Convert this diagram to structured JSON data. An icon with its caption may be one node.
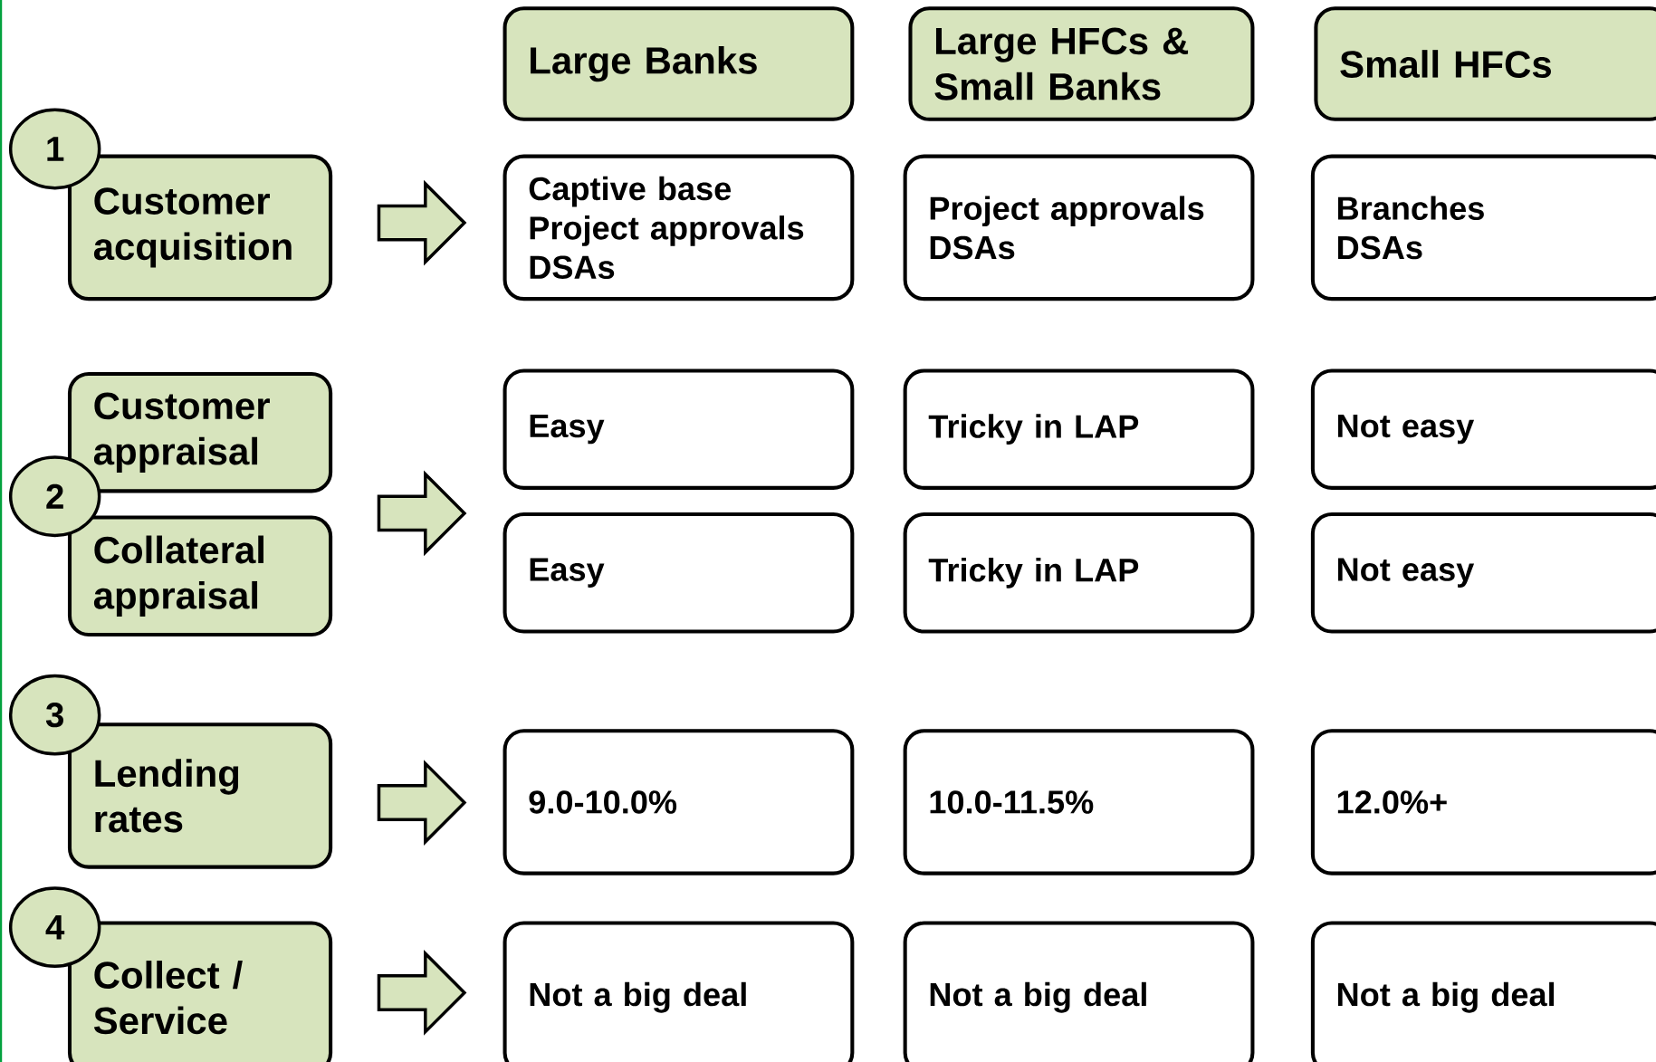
{
  "diagram": {
    "nodes": [
      {
        "text": [
          "Large Banks"
        ]
      },
      {
        "text": [
          "Large HFCs & Small Banks"
        ]
      },
      {
        "text": [
          "Small HFCs"
        ]
      },
      {
        "text": [
          "1"
        ]
      },
      {
        "text": [
          "Customer acquisition"
        ]
      },
      {
        "text": [
          "Captive base",
          "Project approvals",
          "DSAs"
        ]
      },
      {
        "text": [
          "Project approvals",
          "DSAs"
        ]
      },
      {
        "text": [
          "Branches",
          "DSAs"
        ]
      },
      {
        "text": [
          "Customer appraisal"
        ]
      },
      {
        "text": [
          "2"
        ]
      },
      {
        "text": [
          "Collateral appraisal"
        ]
      },
      {
        "text": [
          "Easy"
        ]
      },
      {
        "text": [
          "Tricky in LAP"
        ]
      },
      {
        "text": [
          "Not easy"
        ]
      },
      {
        "text": [
          "Easy"
        ]
      },
      {
        "text": [
          "Tricky in LAP"
        ]
      },
      {
        "text": [
          "Not easy"
        ]
      },
      {
        "text": [
          "3"
        ]
      },
      {
        "text": [
          "Lending rates"
        ]
      },
      {
        "text": [
          "9.0-10.0%"
        ]
      },
      {
        "text": [
          "10.0-11.5%"
        ]
      },
      {
        "text": [
          "12.0%+"
        ]
      },
      {
        "text": [
          "4"
        ]
      },
      {
        "text": [
          "Collect / Service"
        ]
      },
      {
        "text": [
          "Not a big deal"
        ]
      },
      {
        "text": [
          "Not a big deal"
        ]
      },
      {
        "text": [
          "Not a big deal"
        ]
      }
    ],
    "edges": [
      {
        "from": 4,
        "to": 5,
        "arrow": "to"
      },
      {
        "from": 8,
        "to": 11,
        "arrow": "to"
      },
      {
        "from": 10,
        "to": 14,
        "arrow": "to"
      },
      {
        "from": 18,
        "to": 19,
        "arrow": "to"
      },
      {
        "from": 23,
        "to": 24,
        "arrow": "to"
      }
    ]
  }
}
